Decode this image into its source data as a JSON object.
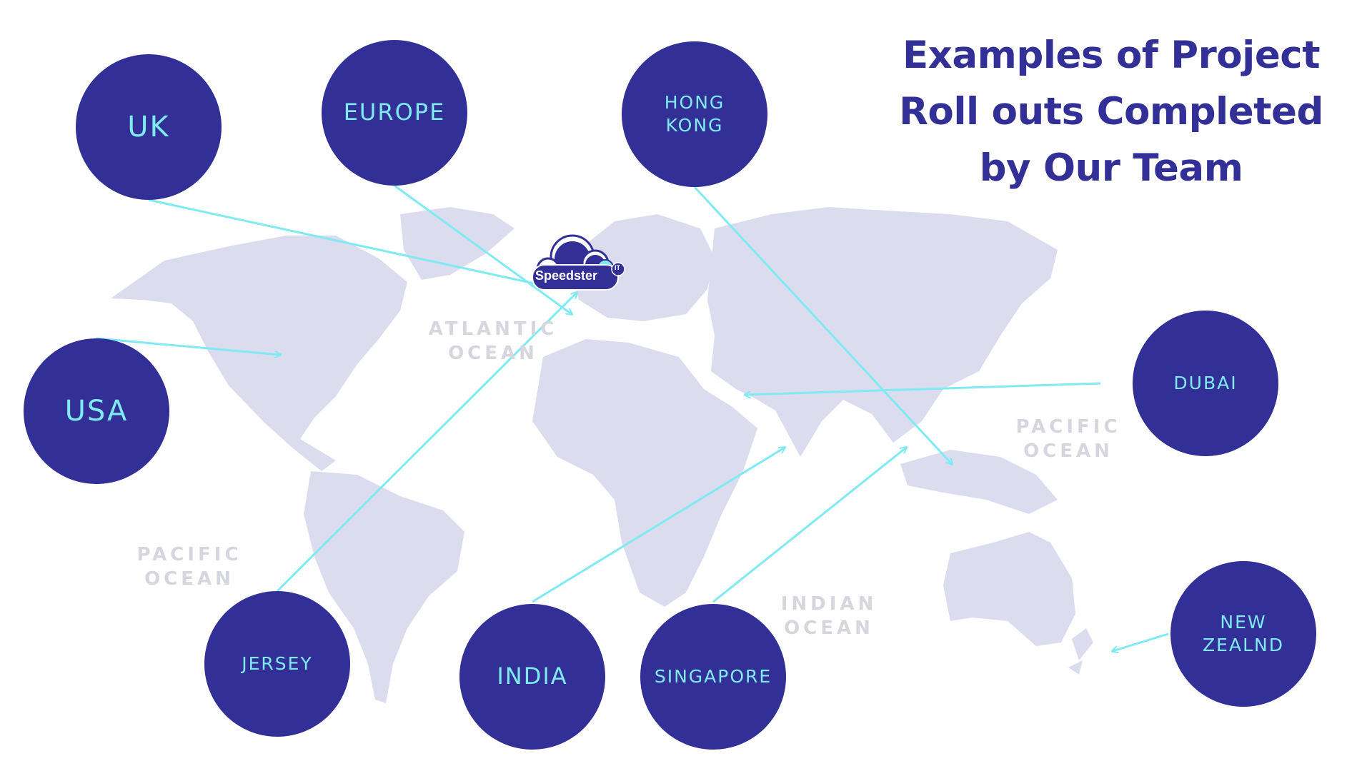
{
  "title": "Examples of Project\nRoll outs Completed\nby Our Team",
  "logo": {
    "text": "Speedster",
    "superscript": "IT"
  },
  "oceans": [
    {
      "id": "atlantic",
      "label": "ATLANTIC\nOCEAN"
    },
    {
      "id": "pacific_east",
      "label": "PACIFIC\nOCEAN"
    },
    {
      "id": "pacific_west",
      "label": "PACIFIC\nOCEAN"
    },
    {
      "id": "indian",
      "label": "INDIAN\nOCEAN"
    }
  ],
  "locations": [
    {
      "id": "uk",
      "label": "UK"
    },
    {
      "id": "europe",
      "label": "EUROPE"
    },
    {
      "id": "hong-kong",
      "label": "HONG\nKONG"
    },
    {
      "id": "usa",
      "label": "USA"
    },
    {
      "id": "dubai",
      "label": "DUBAI"
    },
    {
      "id": "jersey",
      "label": "JERSEY"
    },
    {
      "id": "india",
      "label": "INDIA"
    },
    {
      "id": "singapore",
      "label": "SINGAPORE"
    },
    {
      "id": "new-zealand",
      "label": "NEW\nZEALND"
    }
  ],
  "colors": {
    "circle": "#322f97",
    "label": "#7feaf2",
    "arrow": "#7feaf2",
    "land": "#dcdcef",
    "ocean_text": "#d6d6de",
    "title": "#322f97"
  }
}
